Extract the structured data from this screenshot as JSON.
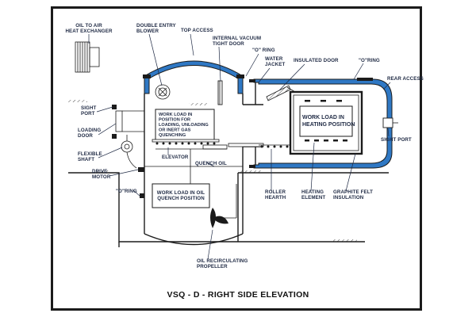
{
  "title": "VSQ - D - RIGHT SIDE ELEVATION",
  "labels": {
    "oil_to_air_1": "OIL TO AIR",
    "oil_to_air_2": "HEAT EXCHANGER",
    "blower_1": "DOUBLE ENTRY",
    "blower_2": "BLOWER",
    "top_access": "TOP ACCESS",
    "vacuum_door_1": "INTERNAL VACUUM",
    "vacuum_door_2": "TIGHT DOOR",
    "o_ring_top": "\"O\" RING",
    "water_jacket_1": "WATER",
    "water_jacket_2": "JACKET",
    "insulated_door": "INSULATED DOOR",
    "o_ring_right": "\"O\"RING",
    "rear_access": "REAR ACCESS",
    "sight_port_left_1": "SIGHT",
    "sight_port_left_2": "PORT",
    "loading_door_1": "LOADING",
    "loading_door_2": "DOOR",
    "flexible_shaft_1": "FLEXIBLE",
    "flexible_shaft_2": "SHAFT",
    "drive_motor_1": "DRIVE",
    "drive_motor_2": "MOTOR",
    "o_ring_bottom": "\"O\"RING",
    "elevator": "ELEVATOR",
    "quench_oil": "QUENCH OIL",
    "roller_hearth_1": "ROLLER",
    "roller_hearth_2": "HEARTH",
    "heating_element_1": "HEATING",
    "heating_element_2": "ELEMENT",
    "graphite_felt_1": "GRAPHITE FELT",
    "graphite_felt_2": "INSULATION",
    "sight_port_right": "SIGHT PORT",
    "oil_recirc_1": "OIL RECIRCULATING",
    "oil_recirc_2": "PROPELLER",
    "load_position_1": "WORK LOAD IN",
    "load_position_2": "POSITION FOR",
    "load_position_3": "LOADING, UNLOADING",
    "load_position_4": "OR INERT GAS",
    "load_position_5": "QUENCHING",
    "heating_position_1": "WORK LOAD IN",
    "heating_position_2": "HEATING POSITION",
    "quench_position_1": "WORK LOAD IN OIL",
    "quench_position_2": "QUENCH POSITION"
  },
  "colors": {
    "water_jacket": "#2f78c4",
    "line": "#1b1b1b",
    "label": "#1f2a44"
  }
}
